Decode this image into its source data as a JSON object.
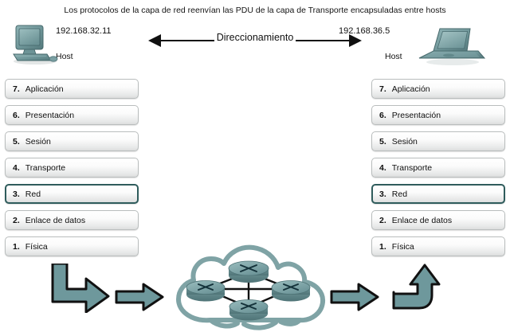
{
  "title": "Los protocolos de la capa de red reenvían las PDU de la capa de Transporte encapsuladas entre hosts",
  "addressing": {
    "label": "Direccionamiento",
    "arrow_icon": "double-headed-horizontal-arrow-icon"
  },
  "hosts": {
    "left": {
      "ip": "192.168.32.11",
      "label": "Host",
      "icon": "desktop-computer-icon"
    },
    "right": {
      "ip": "192.168.36.5",
      "label": "Host",
      "icon": "laptop-computer-icon"
    }
  },
  "osi_stack": {
    "left": [
      {
        "num": "7.",
        "name": "Aplicación",
        "highlighted": false
      },
      {
        "num": "6.",
        "name": "Presentación",
        "highlighted": false
      },
      {
        "num": "5.",
        "name": "Sesión",
        "highlighted": false
      },
      {
        "num": "4.",
        "name": "Transporte",
        "highlighted": false
      },
      {
        "num": "3.",
        "name": "Red",
        "highlighted": true
      },
      {
        "num": "2.",
        "name": "Enlace de datos",
        "highlighted": false
      },
      {
        "num": "1.",
        "name": "Física",
        "highlighted": false
      }
    ],
    "right": [
      {
        "num": "7.",
        "name": "Aplicación",
        "highlighted": false
      },
      {
        "num": "6.",
        "name": "Presentación",
        "highlighted": false
      },
      {
        "num": "5.",
        "name": "Sesión",
        "highlighted": false
      },
      {
        "num": "4.",
        "name": "Transporte",
        "highlighted": false
      },
      {
        "num": "3.",
        "name": "Red",
        "highlighted": true
      },
      {
        "num": "2.",
        "name": "Enlace de datos",
        "highlighted": false
      },
      {
        "num": "1.",
        "name": "Física",
        "highlighted": false
      }
    ]
  },
  "network": {
    "icon": "network-cloud-icon",
    "router_count": 4,
    "routers": [
      "router-top",
      "router-left",
      "router-right",
      "router-bottom"
    ],
    "link_count": 6
  },
  "flow_arrows": [
    {
      "name": "left-elbow-arrow",
      "icon": "elbow-arrow-down-right-icon"
    },
    {
      "name": "left-straight-arrow",
      "icon": "arrow-right-icon"
    },
    {
      "name": "right-straight-arrow",
      "icon": "arrow-right-icon"
    },
    {
      "name": "right-elbow-arrow",
      "icon": "elbow-arrow-right-up-icon"
    }
  ],
  "colors": {
    "teal_fill": "#6e989c",
    "cloud_outline": "#7fa3a5",
    "highlight_border": "#2f5c5c",
    "box_border": "#b9bdbd",
    "outline_black": "#111111"
  }
}
